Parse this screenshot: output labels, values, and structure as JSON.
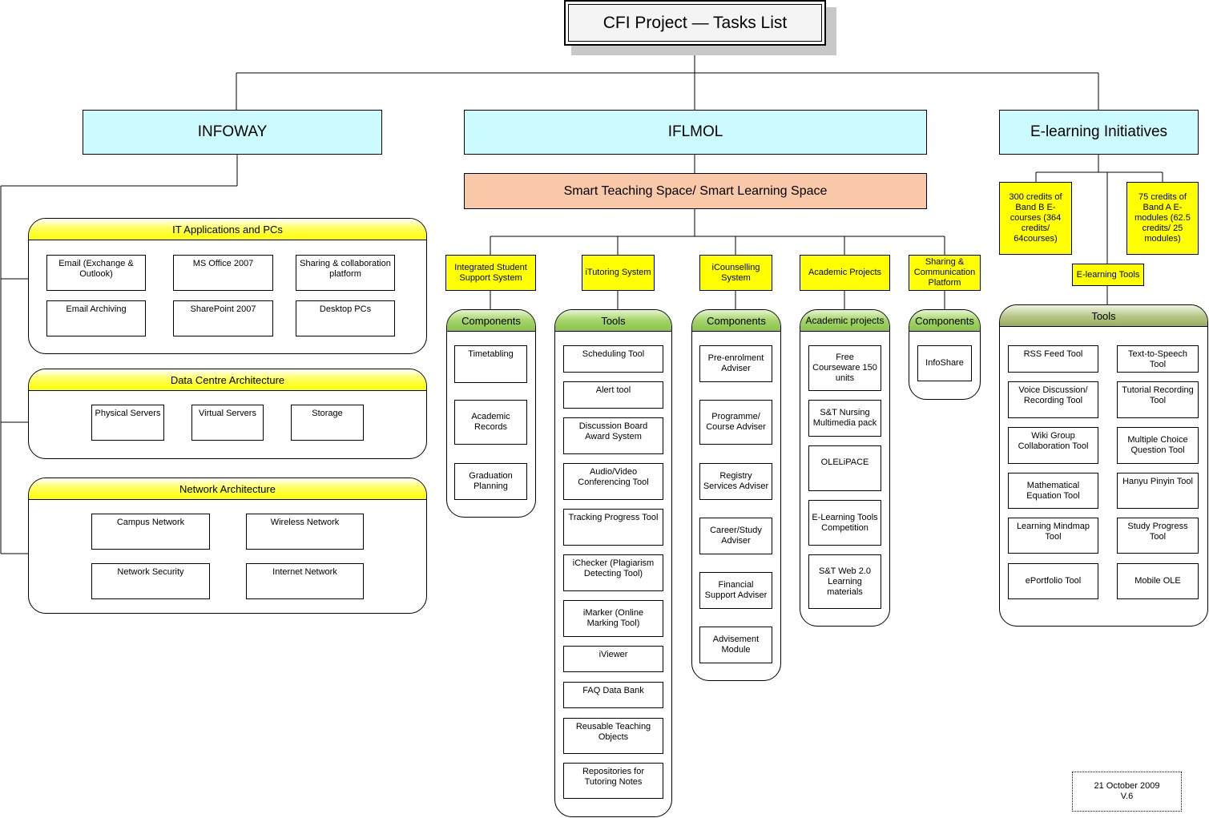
{
  "title": "CFI Project — Tasks List",
  "branches": {
    "infoway": "INFOWAY",
    "iflmol": "IFLMOL",
    "elearning": "E-learning Initiatives"
  },
  "smart_space": "Smart Teaching Space/ Smart Learning Space",
  "infoway": {
    "it_apps": {
      "title": "IT Applications and PCs",
      "items": [
        "Email (Exchange & Outlook)",
        "MS Office 2007",
        "Sharing & collaboration platform",
        "Email Archiving",
        "SharePoint 2007",
        "Desktop PCs"
      ]
    },
    "data_centre": {
      "title": "Data Centre Architecture",
      "items": [
        "Physical Servers",
        "Virtual Servers",
        "Storage"
      ]
    },
    "network": {
      "title": "Network Architecture",
      "items": [
        "Campus Network",
        "Wireless Network",
        "Network Security",
        "Internet Network"
      ]
    }
  },
  "iflmol": {
    "isss": {
      "label": "Integrated Student Support System",
      "panel_title": "Components",
      "items": [
        "Timetabling",
        "Academic Records",
        "Graduation Planning"
      ]
    },
    "itutoring": {
      "label": "iTutoring System",
      "panel_title": "Tools",
      "items": [
        "Scheduling Tool",
        "Alert tool",
        "Discussion Board Award System",
        "Audio/Video Conferencing Tool",
        "Tracking Progress Tool",
        "iChecker (Plagiarism Detecting Tool)",
        "iMarker (Online Marking Tool)",
        "iViewer",
        "FAQ Data Bank",
        "Reusable Teaching Objects",
        "Repositories for Tutoring Notes"
      ]
    },
    "icounselling": {
      "label": "iCounselling System",
      "panel_title": "Components",
      "items": [
        "Pre-enrolment Adviser",
        "Programme/ Course Adviser",
        "Registry Services Adviser",
        "Career/Study Adviser",
        "Financial Support Adviser",
        "Advisement Module"
      ]
    },
    "academic": {
      "label": "Academic Projects",
      "panel_title": "Academic projects",
      "items": [
        "Free Courseware 150 units",
        "S&T Nursing Multimedia pack",
        "OLELiPACE",
        "E-Learning Tools Competition",
        "S&T Web 2.0 Learning materials"
      ]
    },
    "sharing": {
      "label": "Sharing & Communication Platform",
      "panel_title": "Components",
      "items": [
        "InfoShare"
      ]
    }
  },
  "elearning": {
    "band_b": "300 credits of Band B E-courses (364 credits/ 64courses)",
    "band_a": "75 credits of Band A E-modules (62.5 credits/ 25 modules)",
    "tools_label": "E-learning Tools",
    "tools_panel_title": "Tools",
    "tools": [
      "RSS Feed Tool",
      "Text-to-Speech Tool",
      "Voice Discussion/ Recording Tool",
      "Tutorial Recording Tool",
      "Wiki Group Collaboration Tool",
      "Multiple Choice Question Tool",
      "Mathematical Equation Tool",
      "Hanyu Pinyin Tool",
      "Learning Mindmap Tool",
      "Study Progress Tool",
      "ePortfolio Tool",
      "Mobile OLE"
    ]
  },
  "footer": {
    "date": "21 October 2009",
    "version": "V.6"
  },
  "colors": {
    "branch_fill": "#ccfbff",
    "smart_space_fill": "#f9c8a8",
    "label_fill": "#ffff00",
    "green_header": "#8cc44c",
    "olive_header": "#98ad5e",
    "yellow_header": "#ffff00"
  }
}
